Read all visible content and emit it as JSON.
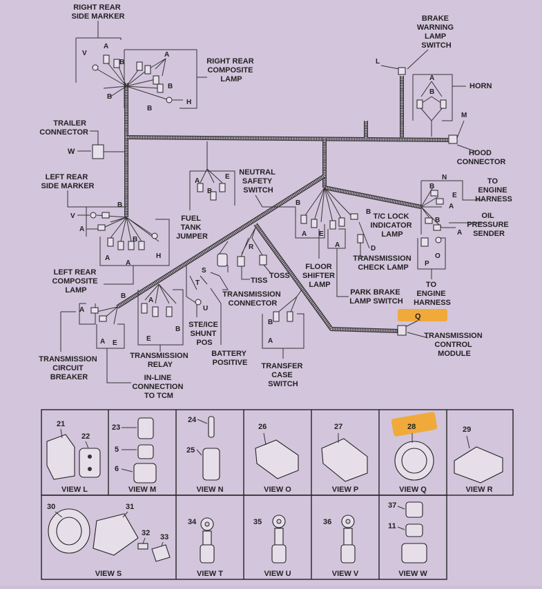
{
  "diagram": {
    "labels": {
      "right_rear_side_marker": [
        "RIGHT REAR",
        "SIDE MARKER"
      ],
      "brake_warning_lamp_switch": [
        "BRAKE",
        "WARNING",
        "LAMP",
        "SWITCH"
      ],
      "right_rear_composite_lamp": [
        "RIGHT REAR",
        "COMPOSITE",
        "LAMP"
      ],
      "horn": "HORN",
      "trailer_connector": [
        "TRAILER",
        "CONNECTOR"
      ],
      "hood_connector": [
        "HOOD",
        "CONNECTOR"
      ],
      "left_rear_side_marker": [
        "LEFT REAR",
        "SIDE MARKER"
      ],
      "neutral_safety_switch": [
        "NEUTRAL",
        "SAFETY",
        "SWITCH"
      ],
      "to_engine_harness_top": [
        "TO",
        "ENGINE",
        "HARNESS"
      ],
      "oil_pressure_sender": [
        "OIL",
        "PRESSURE",
        "SENDER"
      ],
      "fuel_tank_jumper": [
        "FUEL",
        "TANK",
        "JUMPER"
      ],
      "tc_lock_indicator_lamp": [
        "T/C LOCK",
        "INDICATOR",
        "LAMP"
      ],
      "transmission_check_lamp": [
        "TRANSMISSION",
        "CHECK LAMP"
      ],
      "left_rear_composite_lamp": [
        "LEFT REAR",
        "COMPOSITE",
        "LAMP"
      ],
      "floor_shifter_lamp": [
        "FLOOR",
        "SHIFTER",
        "LAMP"
      ],
      "tiss": "TISS",
      "toss": "TOSS",
      "park_brake_lamp_switch": [
        "PARK BRAKE",
        "LAMP SWITCH"
      ],
      "to_engine_harness_bottom": [
        "TO",
        "ENGINE",
        "HARNESS"
      ],
      "transmission_connector": [
        "TRANSMISSION",
        "CONNECTOR"
      ],
      "ste_ice_shunt_pos": [
        "STE/ICE",
        "SHUNT",
        "POS"
      ],
      "transmission_control_module": [
        "TRANSMISSION",
        "CONTROL",
        "MODULE"
      ],
      "transmission_circuit_breaker": [
        "TRANSMISSION",
        "CIRCUIT",
        "BREAKER"
      ],
      "transmission_relay": [
        "TRANSMISSION",
        "RELAY"
      ],
      "battery_positive": [
        "BATTERY",
        "POSITIVE"
      ],
      "transfer_case_switch": [
        "TRANSFER",
        "CASE",
        "SWITCH"
      ],
      "in_line_connection_to_tcm": [
        "IN-LINE",
        "CONNECTION",
        "TO TCM"
      ]
    },
    "connector_letters": {
      "rrsm_v": "V",
      "rrsm_a": "A",
      "rrsm_b1": "B",
      "rrsm_b2": "B",
      "rrcl_a": "A",
      "rrcl_b": "B",
      "rrcl_h": "H",
      "rrcl_b2": "B",
      "bwls_l": "L",
      "horn_a": "A",
      "horn_b": "B",
      "hood_m": "M",
      "trailer_w": "W",
      "lrsm_v": "V",
      "lrsm_a": "A",
      "lrsm_b": "B",
      "lrcl_a1": "A",
      "lrcl_a2": "A",
      "lrcl_b": "B",
      "lrcl_h": "H",
      "fuel_a": "A",
      "fuel_b": "B",
      "fuel_e": "E",
      "nss_b": "B",
      "nss_a": "A",
      "nss_e": "E",
      "eng_n": "N",
      "eng_b1": "B",
      "eng_e": "E",
      "eng_a1": "A",
      "eng_b2": "B",
      "eng_a2": "A",
      "eng_p": "P",
      "eng_o": "O",
      "tcl_b": "B",
      "tcl_d": "D",
      "fsl_a": "A",
      "tiss_r": "R",
      "toss_s": "S",
      "tc_t": "T",
      "ste_u": "U",
      "tcb_a": "A",
      "tcb_b": "B",
      "tcb_e": "E",
      "relay_a": "A",
      "relay_b": "B",
      "relay_e": "E",
      "tcs_a": "A",
      "tcs_b": "B",
      "tcm_q": "Q"
    },
    "highlight_color": "#f5a51e"
  },
  "views": {
    "row1": [
      {
        "label": "VIEW L",
        "items": [
          "21",
          "22"
        ]
      },
      {
        "label": "VIEW M",
        "items": [
          "23",
          "5",
          "6"
        ]
      },
      {
        "label": "VIEW N",
        "items": [
          "24",
          "25"
        ]
      },
      {
        "label": "VIEW O",
        "items": [
          "26"
        ]
      },
      {
        "label": "VIEW P",
        "items": [
          "27"
        ]
      },
      {
        "label": "VIEW Q",
        "items": [
          "28"
        ]
      },
      {
        "label": "VIEW R",
        "items": [
          "29"
        ]
      }
    ],
    "row2": [
      {
        "label": "VIEW S",
        "items": [
          "30",
          "31",
          "32",
          "33"
        ]
      },
      {
        "label": "VIEW T",
        "items": [
          "34"
        ]
      },
      {
        "label": "VIEW U",
        "items": [
          "35"
        ]
      },
      {
        "label": "VIEW V",
        "items": [
          "36"
        ]
      },
      {
        "label": "VIEW W",
        "items": [
          "37",
          "11"
        ]
      }
    ]
  }
}
